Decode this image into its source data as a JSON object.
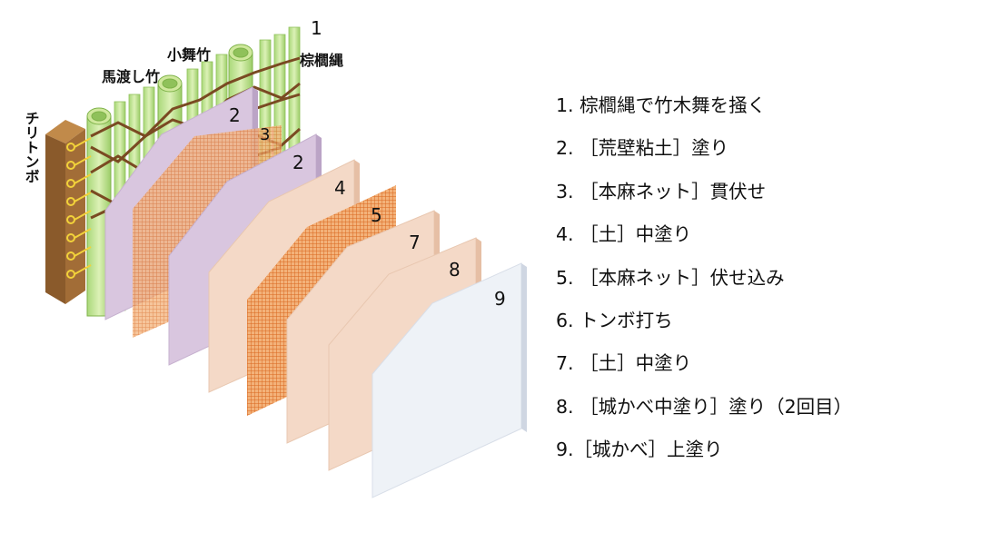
{
  "diagram": {
    "labels": {
      "layer_1": "1",
      "shuro_nawa": "棕櫚縄",
      "komai_take": "小舞竹",
      "mawatashi_take": "馬渡し竹",
      "chiri_tonbo": "チリトンボ",
      "layer_2a": "2",
      "layer_3": "3",
      "layer_2b": "2",
      "layer_4": "4",
      "layer_5": "5",
      "layer_7": "7",
      "layer_8": "8",
      "layer_9": "9"
    },
    "colors": {
      "bamboo": "#b9e08a",
      "bamboo_outer": "#9fd06a",
      "rope": "#7a4a22",
      "tonbo_post": "#9b6a35",
      "tonbo_ring": "#f2d23a",
      "clay_purple": "#d9c6df",
      "hemp_mesh": "#e07a2c",
      "clay_peach": "#f4d9c7",
      "finish_white": "#eef2f7"
    }
  },
  "legend": {
    "items": [
      "1. 棕櫚縄で竹木舞を掻く",
      "2. ［荒壁粘土］塗り",
      "3. ［本麻ネット］貫伏せ",
      "4. ［土］中塗り",
      "5. ［本麻ネット］伏せ込み",
      "6. トンボ打ち",
      "7. ［土］中塗り",
      "8. ［城かべ中塗り］塗り（2回目）",
      "9.［城かべ］上塗り"
    ]
  }
}
